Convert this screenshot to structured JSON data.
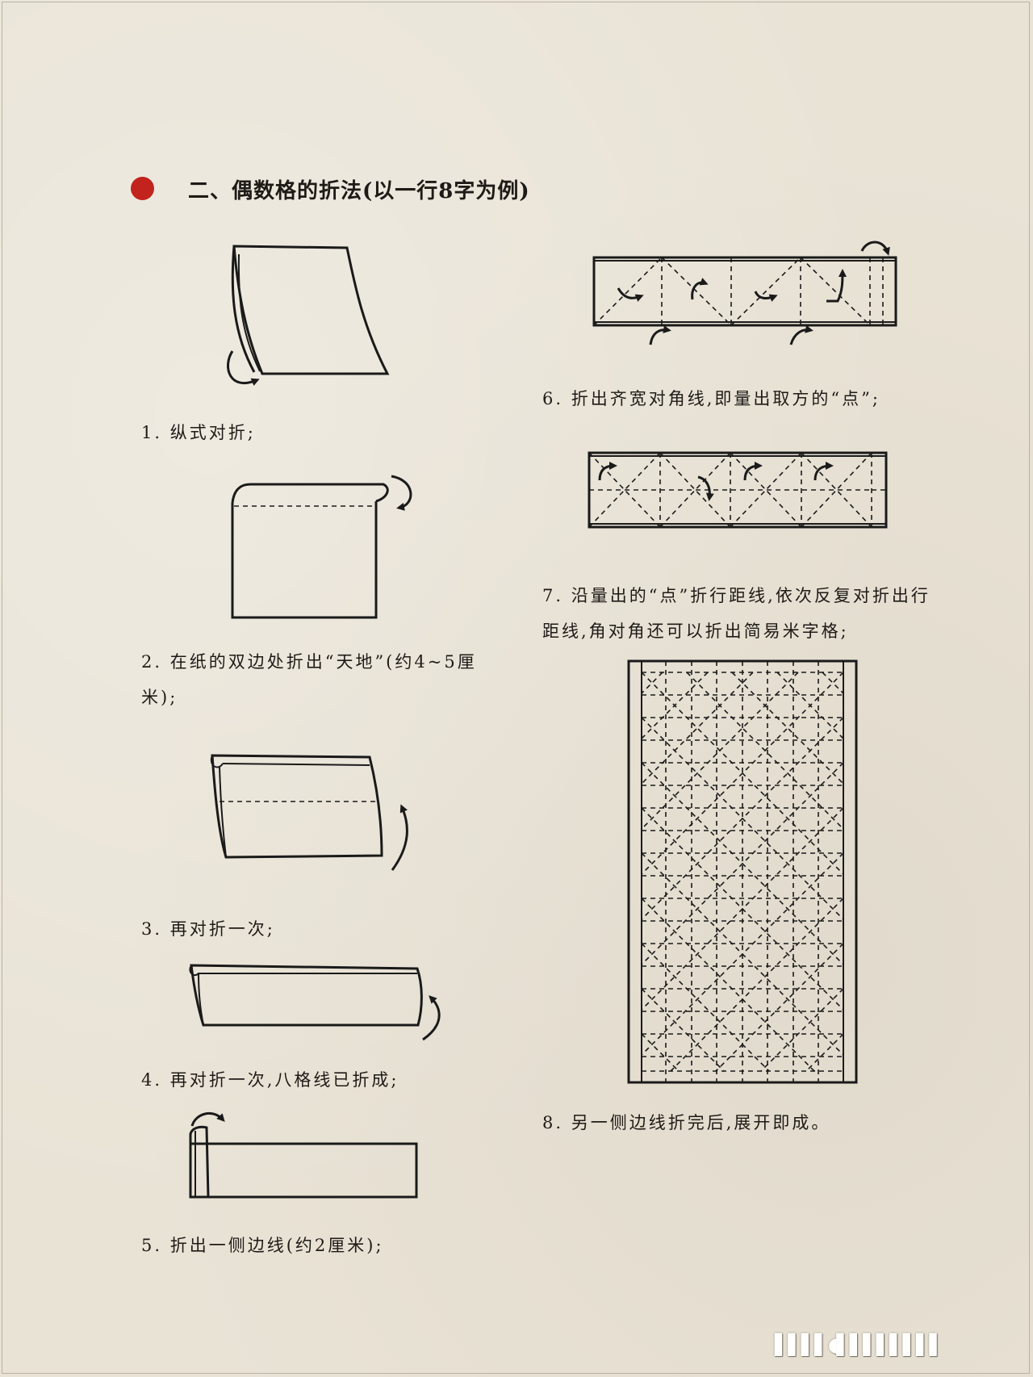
{
  "heading": "二、偶数格的折法(以一行8字为例)",
  "captions": {
    "step1": "1. 纵式对折;",
    "step2": "2. 在纸的双边处折出“天地”(约4~5厘米);",
    "step3": "3. 再对折一次;",
    "step4": "4. 再对折一次,八格线已折成;",
    "step5": "5. 折出一侧边线(约2厘米);",
    "step6": "6. 折出齐宽对角线,即量出取方的“点”;",
    "step7": "7. 沿量出的“点”折行距线,依次反复对折出行距线,角对角还可以折出简易米字格;",
    "step8": "8. 另一侧边线折完后,展开即成。"
  },
  "watermark": "▌▌▌▌◖▌▌▌▌▌▌▌▌",
  "colors": {
    "bullet": "#c2231c",
    "paper": "#e9e3d6",
    "ink": "#1a1a1a"
  }
}
